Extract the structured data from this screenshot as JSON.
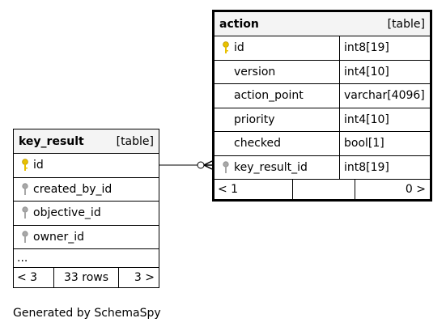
{
  "tables": {
    "key_result": {
      "name": "key_result",
      "kind": "[table]",
      "columns": [
        {
          "name": "id",
          "icon": "primary-key-icon"
        },
        {
          "name": "created_by_id",
          "icon": "foreign-key-icon"
        },
        {
          "name": "objective_id",
          "icon": "foreign-key-icon"
        },
        {
          "name": "owner_id",
          "icon": "foreign-key-icon"
        }
      ],
      "more": "...",
      "footer": {
        "parents": "< 3",
        "rows": "33 rows",
        "children": "3 >"
      }
    },
    "action": {
      "name": "action",
      "kind": "[table]",
      "columns": [
        {
          "name": "id",
          "type": "int8[19]",
          "icon": "primary-key-icon"
        },
        {
          "name": "version",
          "type": "int4[10]",
          "icon": ""
        },
        {
          "name": "action_point",
          "type": "varchar[4096]",
          "icon": ""
        },
        {
          "name": "priority",
          "type": "int4[10]",
          "icon": ""
        },
        {
          "name": "checked",
          "type": "bool[1]",
          "icon": ""
        },
        {
          "name": "key_result_id",
          "type": "int8[19]",
          "icon": "foreign-key-icon"
        }
      ],
      "footer": {
        "parents": "< 1",
        "rows": "",
        "children": "0 >"
      }
    }
  },
  "colors": {
    "primary_key": "#e8c000",
    "foreign_key": "#a8a8a8",
    "header_bg": "#f4f4f4"
  },
  "caption": "Generated by SchemaSpy"
}
